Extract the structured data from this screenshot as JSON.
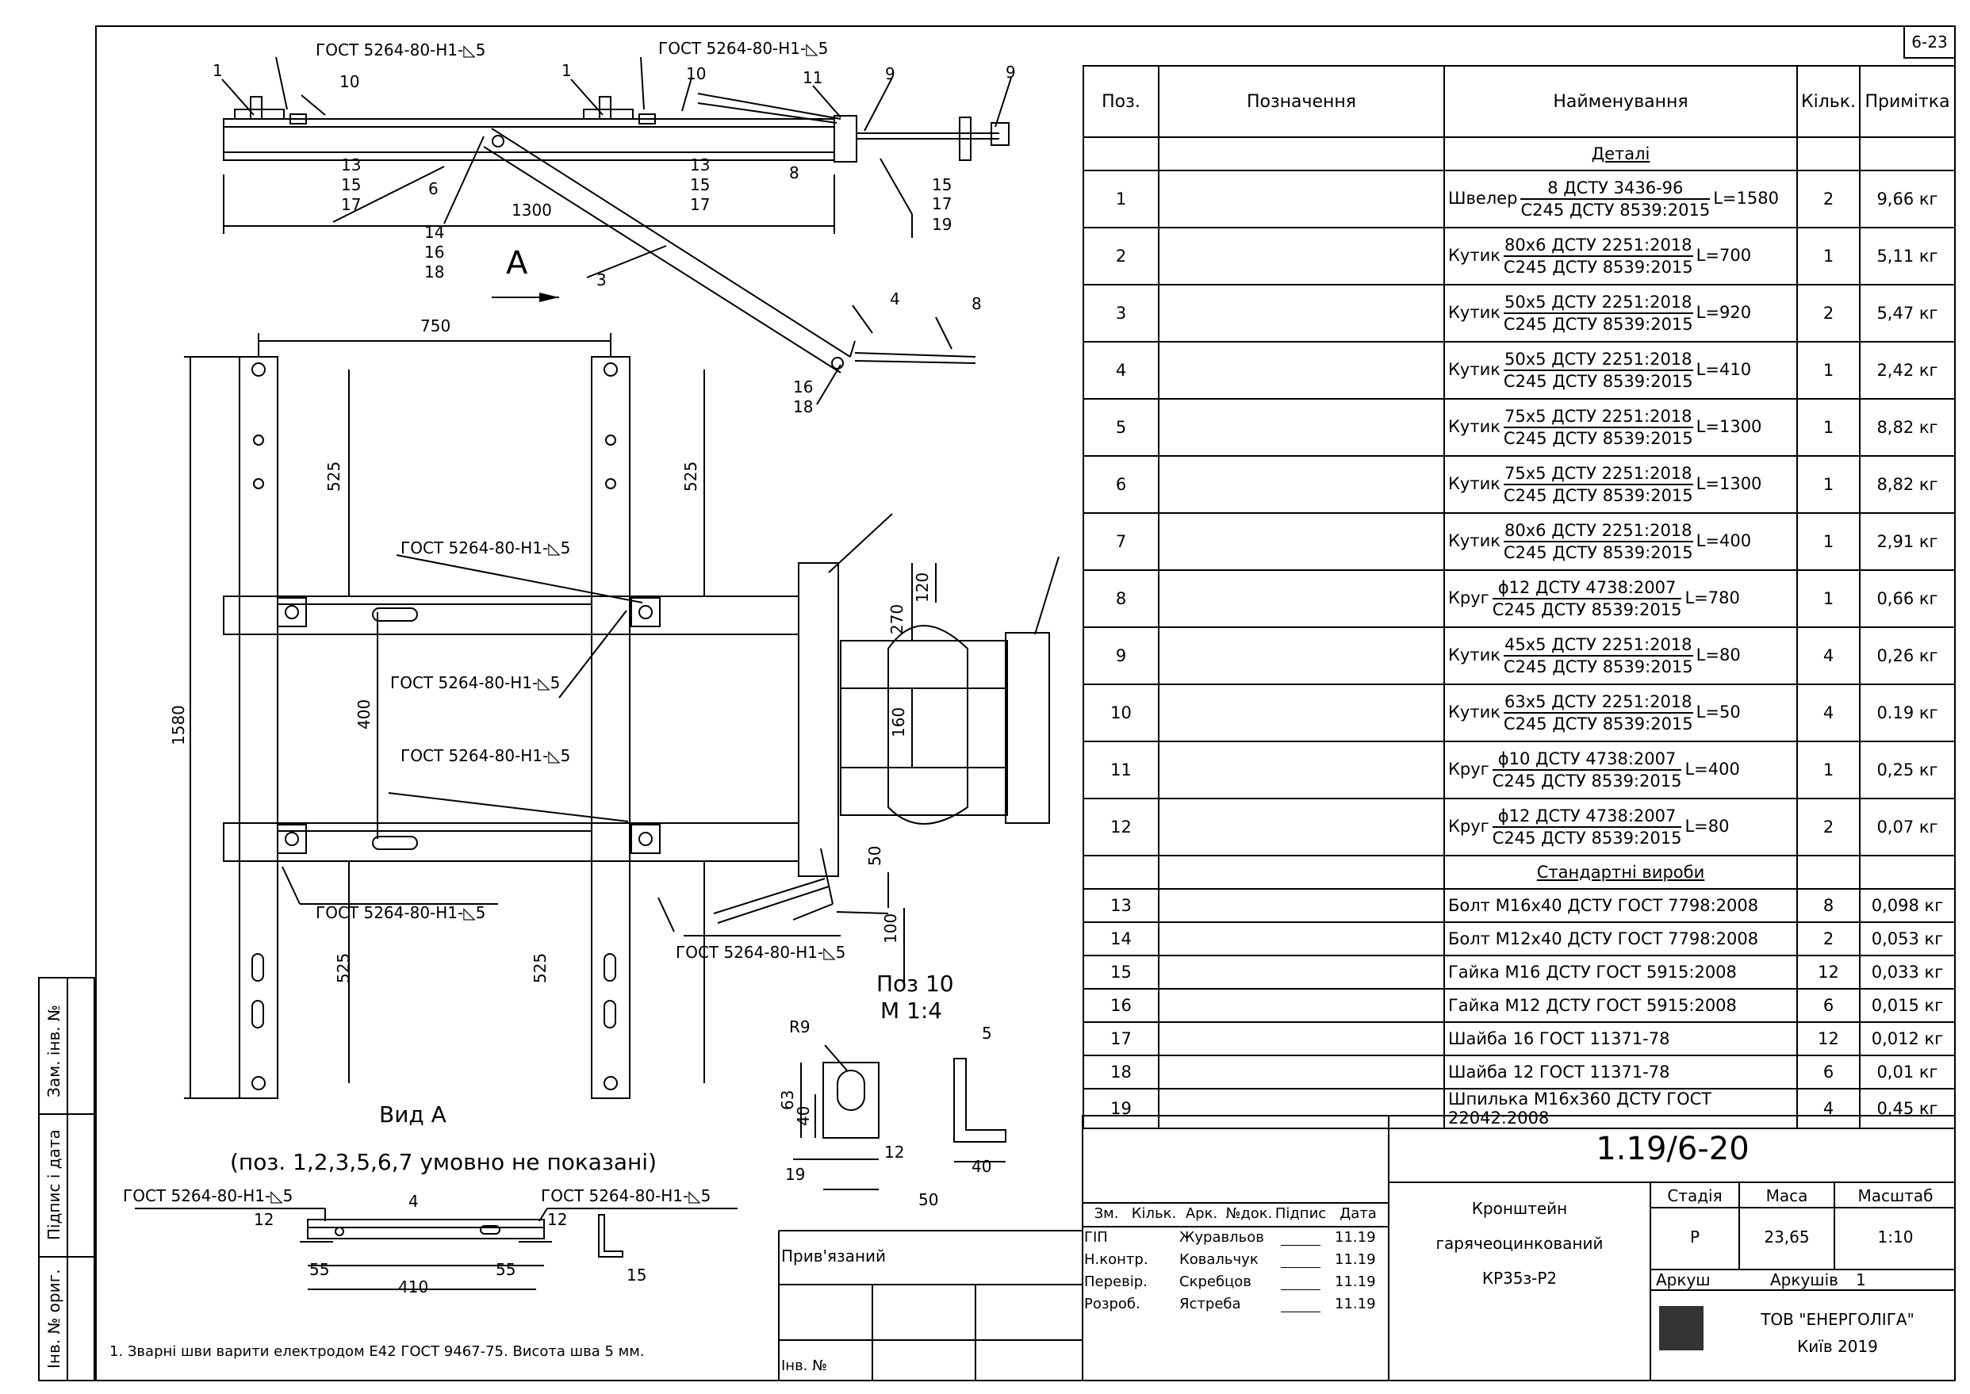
{
  "sheet_number": "6-23",
  "drawing": {
    "top_view": {
      "gost_left": "ГОСТ 5264-80-Н1-◺5",
      "gost_right": "ГОСТ 5264-80-Н1-◺5",
      "dim_1300": "1300",
      "labels": [
        "1",
        "10",
        "13",
        "15",
        "17",
        "1",
        "10",
        "11",
        "9",
        "9",
        "13",
        "15",
        "17",
        "8",
        "6",
        "14",
        "16",
        "18",
        "15",
        "17",
        "19",
        "3",
        "4",
        "8",
        "16",
        "18"
      ],
      "view_arrow": "А"
    },
    "plan_view": {
      "dim_750": "750",
      "dim_525_a": "525",
      "dim_525_b": "525",
      "dim_525_c": "525",
      "dim_525_d": "525",
      "dim_1580": "1580",
      "dim_400": "400",
      "dim_270": "270",
      "dim_120": "120",
      "dim_160": "160",
      "dim_50": "50",
      "dim_100": "100",
      "gost_1": "ГОСТ 5264-80-Н1-◺5",
      "gost_2": "ГОСТ 5264-80-Н1-◺5",
      "gost_3": "ГОСТ 5264-80-Н1-◺5",
      "gost_4": "ГОСТ 5264-80-Н1-◺5",
      "gost_5": "ГОСТ 5264-80-Н1-◺5",
      "caption": "Вид А",
      "caption_note": "(поз. 1,2,3,5,6,7 умовно не показані)"
    },
    "detail_10": {
      "title": "Поз 10",
      "scale": "М 1:4",
      "r9": "R9",
      "d63": "63",
      "d40a": "40",
      "d19": "19",
      "d12": "12",
      "d50": "50",
      "d5": "5",
      "d40b": "40"
    },
    "detail_4": {
      "gost_left": "ГОСТ 5264-80-Н1-◺5",
      "gost_right": "ГОСТ 5264-80-Н1-◺5",
      "d55a": "55",
      "d410": "410",
      "d55b": "55",
      "d15": "15",
      "l12a": "12",
      "l12b": "12",
      "l4": "4"
    },
    "note": "1. Зварні шви варити електродом Е42 ГОСТ 9467-75. Висота шва 5 мм."
  },
  "spec_table": {
    "headers": [
      "Поз.",
      "Позначення",
      "Найменування",
      "Кільк.",
      "Примітка"
    ],
    "section_details": "Деталі",
    "section_standard": "Стандартні вироби",
    "rows": [
      {
        "pos": "1",
        "type": "Швелер",
        "top": "8 ДСТУ 3436-96",
        "bottom": "С245 ДСТУ 8539:2015",
        "len": "L=1580",
        "qty": "2",
        "note": "9,66 кг"
      },
      {
        "pos": "2",
        "type": "Кутик",
        "top": "80х6 ДСТУ 2251:2018",
        "bottom": "С245 ДСТУ 8539:2015",
        "len": "L=700",
        "qty": "1",
        "note": "5,11 кг"
      },
      {
        "pos": "3",
        "type": "Кутик",
        "top": "50х5 ДСТУ 2251:2018",
        "bottom": "С245 ДСТУ 8539:2015",
        "len": "L=920",
        "qty": "2",
        "note": "5,47 кг"
      },
      {
        "pos": "4",
        "type": "Кутик",
        "top": "50х5 ДСТУ 2251:2018",
        "bottom": "С245 ДСТУ 8539:2015",
        "len": "L=410",
        "qty": "1",
        "note": "2,42 кг"
      },
      {
        "pos": "5",
        "type": "Кутик",
        "top": "75х5 ДСТУ 2251:2018",
        "bottom": "С245 ДСТУ 8539:2015",
        "len": "L=1300",
        "qty": "1",
        "note": "8,82 кг"
      },
      {
        "pos": "6",
        "type": "Кутик",
        "top": "75х5 ДСТУ 2251:2018",
        "bottom": "С245 ДСТУ 8539:2015",
        "len": "L=1300",
        "qty": "1",
        "note": "8,82 кг"
      },
      {
        "pos": "7",
        "type": "Кутик",
        "top": "80х6 ДСТУ 2251:2018",
        "bottom": "С245 ДСТУ 8539:2015",
        "len": "L=400",
        "qty": "1",
        "note": "2,91 кг"
      },
      {
        "pos": "8",
        "type": "Круг",
        "top": "ϕ12 ДСТУ 4738:2007",
        "bottom": "С245 ДСТУ 8539:2015",
        "len": "L=780",
        "qty": "1",
        "note": "0,66 кг"
      },
      {
        "pos": "9",
        "type": "Кутик",
        "top": "45х5 ДСТУ 2251:2018",
        "bottom": "С245 ДСТУ 8539:2015",
        "len": "L=80",
        "qty": "4",
        "note": "0,26 кг"
      },
      {
        "pos": "10",
        "type": "Кутик",
        "top": "63х5 ДСТУ 2251:2018",
        "bottom": "С245 ДСТУ 8539:2015",
        "len": "L=50",
        "qty": "4",
        "note": "0.19 кг"
      },
      {
        "pos": "11",
        "type": "Круг",
        "top": "ϕ10 ДСТУ 4738:2007",
        "bottom": "С245 ДСТУ 8539:2015",
        "len": "L=400",
        "qty": "1",
        "note": "0,25 кг"
      },
      {
        "pos": "12",
        "type": "Круг",
        "top": "ϕ12 ДСТУ 4738:2007",
        "bottom": "С245 ДСТУ 8539:2015",
        "len": "L=80",
        "qty": "2",
        "note": "0,07 кг"
      }
    ],
    "standard_rows": [
      {
        "pos": "13",
        "name": "Болт М16х40 ДСТУ ГОСТ 7798:2008",
        "qty": "8",
        "note": "0,098 кг"
      },
      {
        "pos": "14",
        "name": "Болт М12х40 ДСТУ ГОСТ 7798:2008",
        "qty": "2",
        "note": "0,053 кг"
      },
      {
        "pos": "15",
        "name": "Гайка М16 ДСТУ ГОСТ 5915:2008",
        "qty": "12",
        "note": "0,033 кг"
      },
      {
        "pos": "16",
        "name": "Гайка М12 ДСТУ ГОСТ 5915:2008",
        "qty": "6",
        "note": "0,015 кг"
      },
      {
        "pos": "17",
        "name": "Шайба 16 ГОСТ 11371-78",
        "qty": "12",
        "note": "0,012 кг"
      },
      {
        "pos": "18",
        "name": "Шайба 12 ГОСТ 11371-78",
        "qty": "6",
        "note": "0,01 кг"
      },
      {
        "pos": "19",
        "name": "Шпилька М16х360 ДСТУ ГОСТ 22042:2008",
        "qty": "4",
        "note": "0,45 кг"
      }
    ]
  },
  "title_block": {
    "code": "1.19/6-20",
    "name_line1": "Кронштейн",
    "name_line2": "гарячеоцинкований",
    "name_line3": "КР35з-Р2",
    "col_headers": [
      "Зм.",
      "Кільк.",
      "Арк.",
      "№док.",
      "Підпис",
      "Дата"
    ],
    "people": [
      {
        "role": "ГІП",
        "name": "Журавльов",
        "date": "11.19"
      },
      {
        "role": "Н.контр.",
        "name": "Ковальчук",
        "date": "11.19"
      },
      {
        "role": "Перевір.",
        "name": "Скребцов",
        "date": "11.19"
      },
      {
        "role": "Розроб.",
        "name": "Ястреба",
        "date": "11.19"
      }
    ],
    "stage_label": "Стадія",
    "mass_label": "Маса",
    "scale_label": "Масштаб",
    "stage": "Р",
    "mass": "23,65",
    "scale": "1:10",
    "sheet_label": "Аркуш",
    "sheets_label": "Аркушів",
    "sheets": "1",
    "company": "ТОВ \"ЕНЕРГОЛІГА\"",
    "city_year": "Київ 2019",
    "attached_label": "Прив'язаний",
    "inv_label": "Інв. №"
  },
  "side_stamp": {
    "inv_orig": "Інв. № ориг.",
    "sign_date": "Підпис і дата",
    "zam_inv": "Зам. інв. №"
  }
}
